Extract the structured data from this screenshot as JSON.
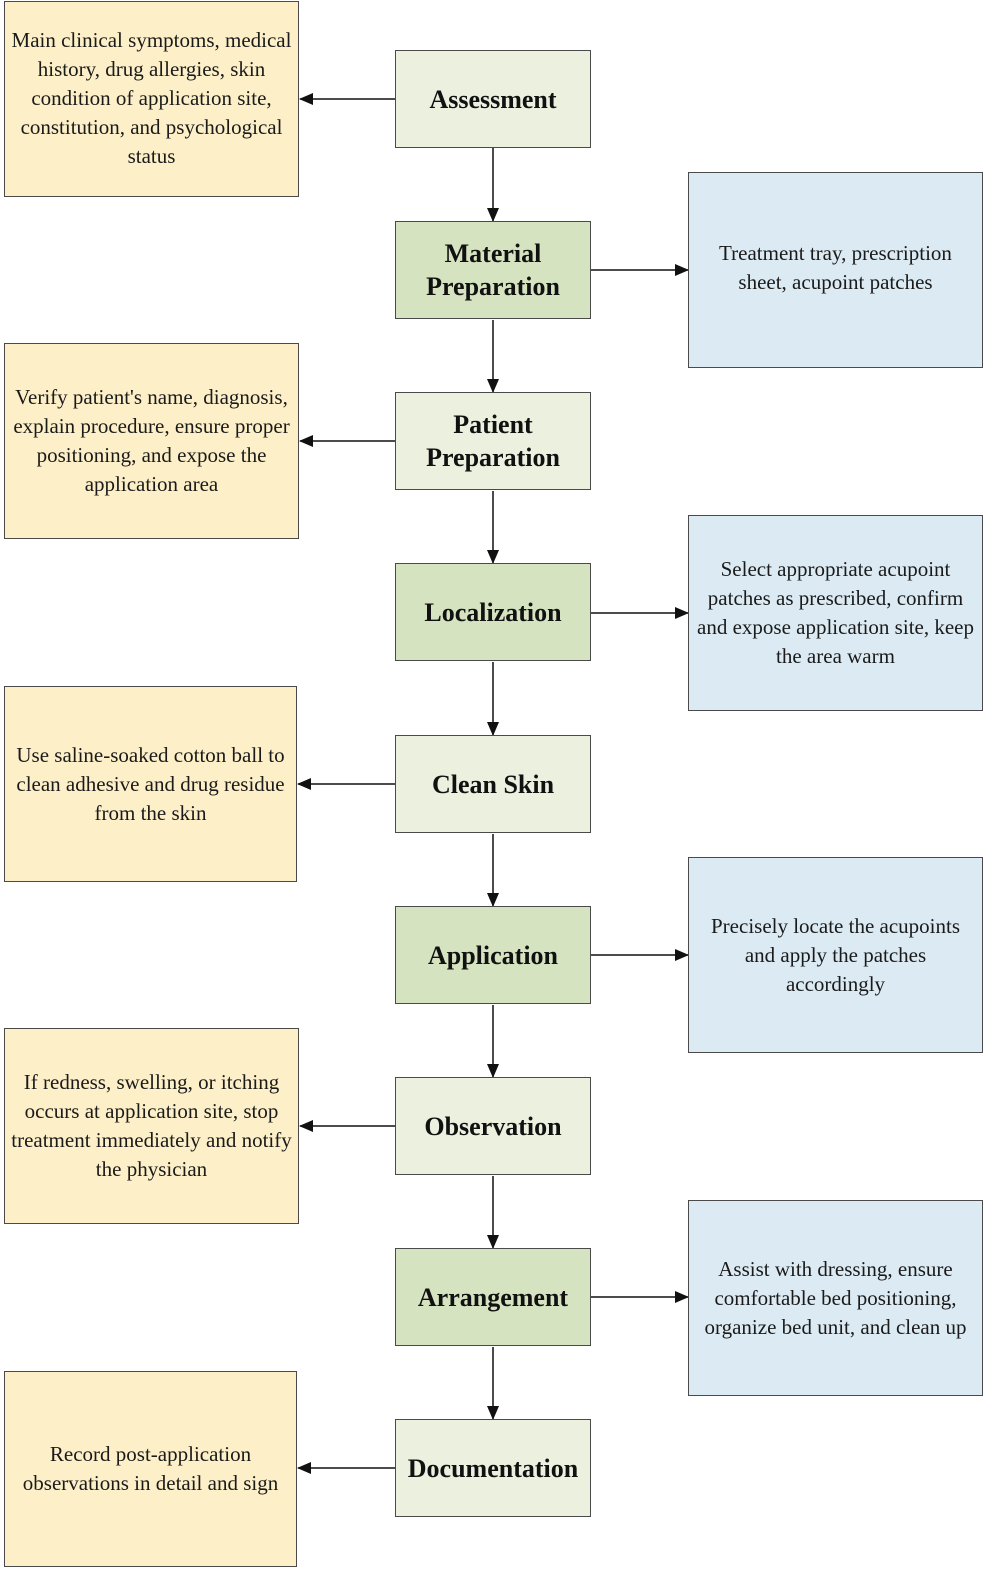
{
  "steps": [
    {
      "label": "Assessment",
      "note": "Main clinical symptoms, medical history, drug allergies, skin condition of application site, constitution, and psychological status",
      "note_side": "left",
      "fill": "#ebf0df"
    },
    {
      "label": "Material Preparation",
      "note": "Treatment tray, prescription sheet, acupoint patches",
      "note_side": "right",
      "fill": "#d5e3c0"
    },
    {
      "label": "Patient Preparation",
      "note": "Verify patient's name, diagnosis, explain procedure, ensure proper positioning, and expose the application area",
      "note_side": "left",
      "fill": "#ebf0df"
    },
    {
      "label": "Localization",
      "note": "Select appropriate acupoint patches as prescribed, confirm and expose application site, keep the area warm",
      "note_side": "right",
      "fill": "#d5e3c0"
    },
    {
      "label": "Clean Skin",
      "note": "Use saline-soaked cotton ball to clean adhesive and drug residue from the skin",
      "note_side": "left",
      "fill": "#ebf0df"
    },
    {
      "label": "Application",
      "note": "Precisely locate the acupoints and apply the patches accordingly",
      "note_side": "right",
      "fill": "#d5e3c0"
    },
    {
      "label": "Observation",
      "note": "If redness, swelling, or itching occurs at application site, stop treatment immediately and notify the physician",
      "note_side": "left",
      "fill": "#ebf0df"
    },
    {
      "label": "Arrangement",
      "note": "Assist with dressing, ensure comfortable bed positioning, organize bed unit, and clean up",
      "note_side": "right",
      "fill": "#d5e3c0"
    },
    {
      "label": "Documentation",
      "note": "Record post-application observations in detail and sign",
      "note_side": "left",
      "fill": "#ebf0df"
    }
  ],
  "colors": {
    "left_note_fill": "#fdf0c8",
    "right_note_fill": "#dcebf3",
    "border": "#4a4a4a",
    "arrow": "#111111"
  }
}
